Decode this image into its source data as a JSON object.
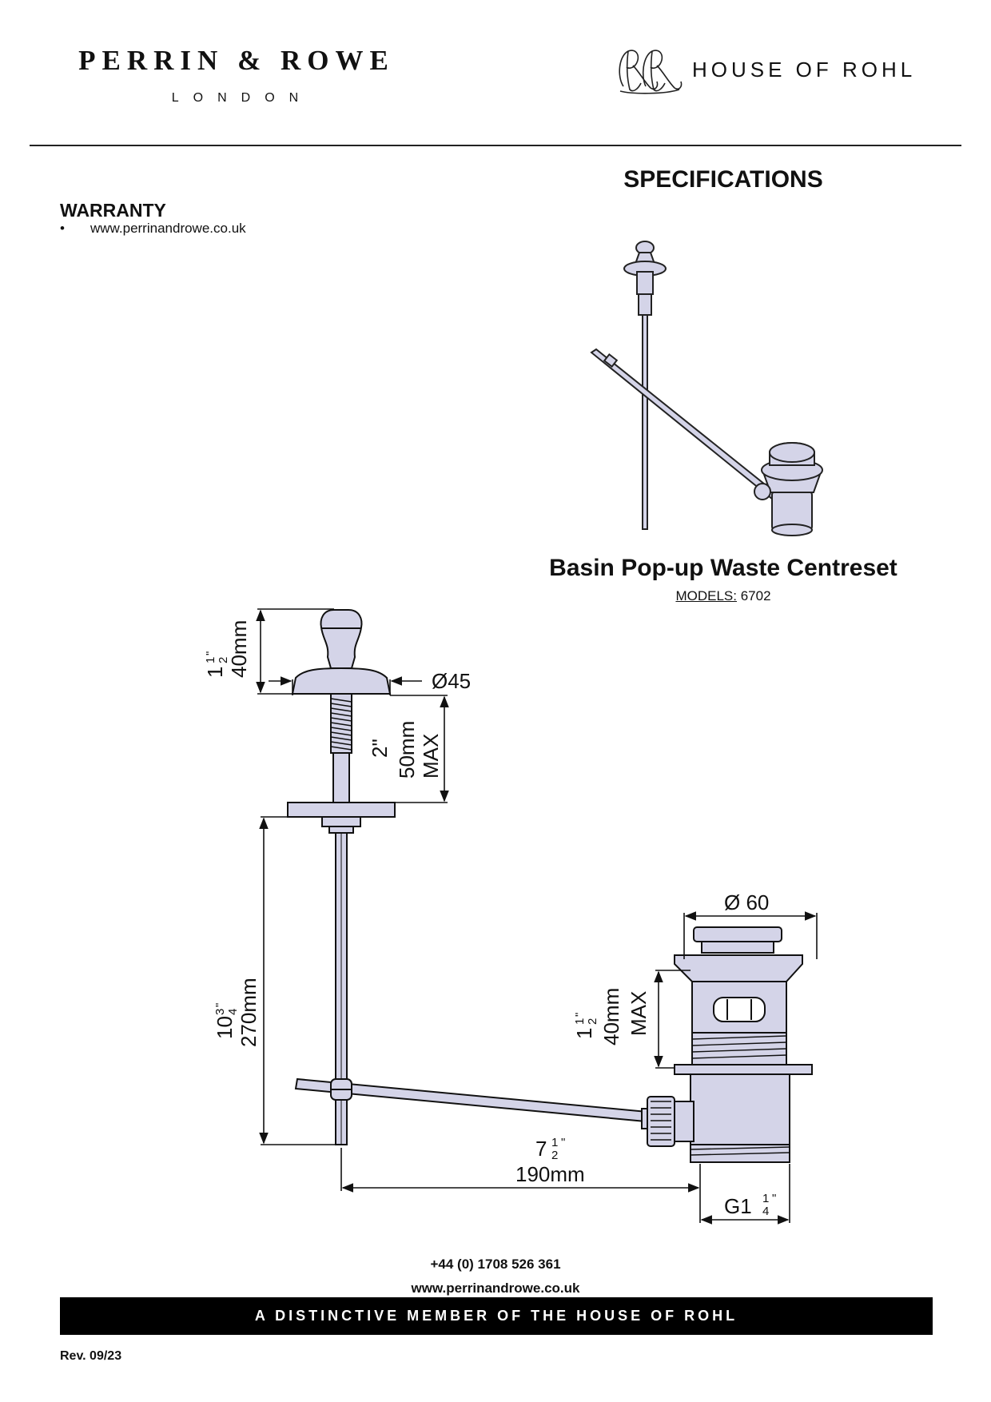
{
  "header": {
    "brand_name": "PERRIN & ROWE",
    "brand_city": "LONDON",
    "house_name": "HOUSE OF ROHL"
  },
  "specifications_heading": "SPECIFICATIONS",
  "warranty": {
    "heading": "WARRANTY",
    "items": [
      {
        "bullet": "•",
        "text": "www.perrinandrowe.co.uk"
      }
    ]
  },
  "product": {
    "title": "Basin Pop-up Waste Centreset",
    "models_label": "MODELS:",
    "models_value": "6702"
  },
  "dimensions": {
    "knob_height_in": "1",
    "knob_height_mm": "40mm",
    "knob_diameter": "Ø45",
    "thread_in": "2\"",
    "thread_mm": "50mm",
    "thread_max": "MAX",
    "rod_length_in": "10",
    "rod_length_mm": "270mm",
    "waste_diameter": "Ø 60",
    "waste_height_in": "1",
    "waste_height_mm": "40mm",
    "waste_height_max": "MAX",
    "lever_length_in": "7",
    "lever_length_mm": "190mm",
    "thread_size": "G1",
    "fraction_half_num": "1",
    "fraction_half_den": "2",
    "fraction_three_num": "3",
    "fraction_four_den": "4",
    "fraction_quarter_num": "1",
    "inch_mark": "\""
  },
  "footer": {
    "phone": "+44 (0) 1708 526 361",
    "url": "www.perrinandrowe.co.uk",
    "tagline": "A DISTINCTIVE MEMBER OF THE HOUSE OF ROHL",
    "revision": "Rev. 09/23"
  },
  "colors": {
    "line": "#111111",
    "part_fill": "#d4d4e8",
    "bar": "#000000"
  }
}
